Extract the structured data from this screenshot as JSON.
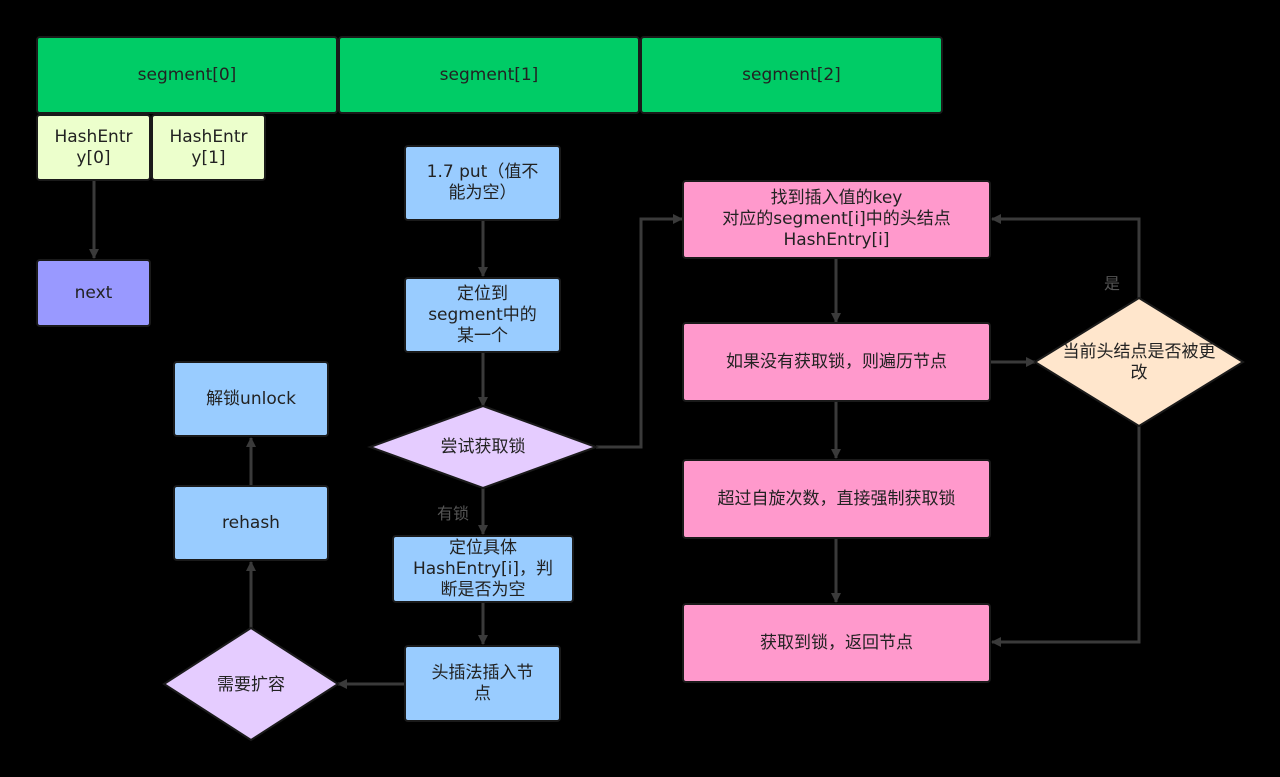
{
  "segments": [
    "segment[0]",
    "segment[1]",
    "segment[2]"
  ],
  "hash_entries": [
    "HashEntr\ny[0]",
    "HashEntr\ny[1]"
  ],
  "next": "next",
  "put_flow": {
    "start": "1.7 put（值不\n能为空）",
    "locate_segment": "定位到\nsegment中的\n某一个",
    "try_lock": "尝试获取锁",
    "locate_entry": "定位具体\nHashEntry[i]，判\n断是否为空",
    "head_insert": "头插法插入节\n点",
    "need_resize": "需要扩容",
    "rehash": "rehash",
    "unlock": "解锁unlock"
  },
  "lock_flow": {
    "find_head": "找到插入值的key\n对应的segment[i]中的头结点\nHashEntry[i]",
    "traverse": "如果没有获取锁，则遍历节点",
    "spin": "超过自旋次数，直接强制获取锁",
    "acquired": "获取到锁，返回节点",
    "head_changed": "当前头结点是否被更\n改"
  },
  "edge_labels": {
    "has_lock": "有锁",
    "yes": "是"
  },
  "colors": {
    "segment": "#00cc66",
    "hash_entry": "#ecffcc",
    "next": "#9999ff",
    "process": "#99ccff",
    "lock_process": "#ff99cc",
    "decision_purple": "#e5ccff",
    "decision_orange": "#ffe6cc",
    "arrow": "#3a3a3a"
  }
}
